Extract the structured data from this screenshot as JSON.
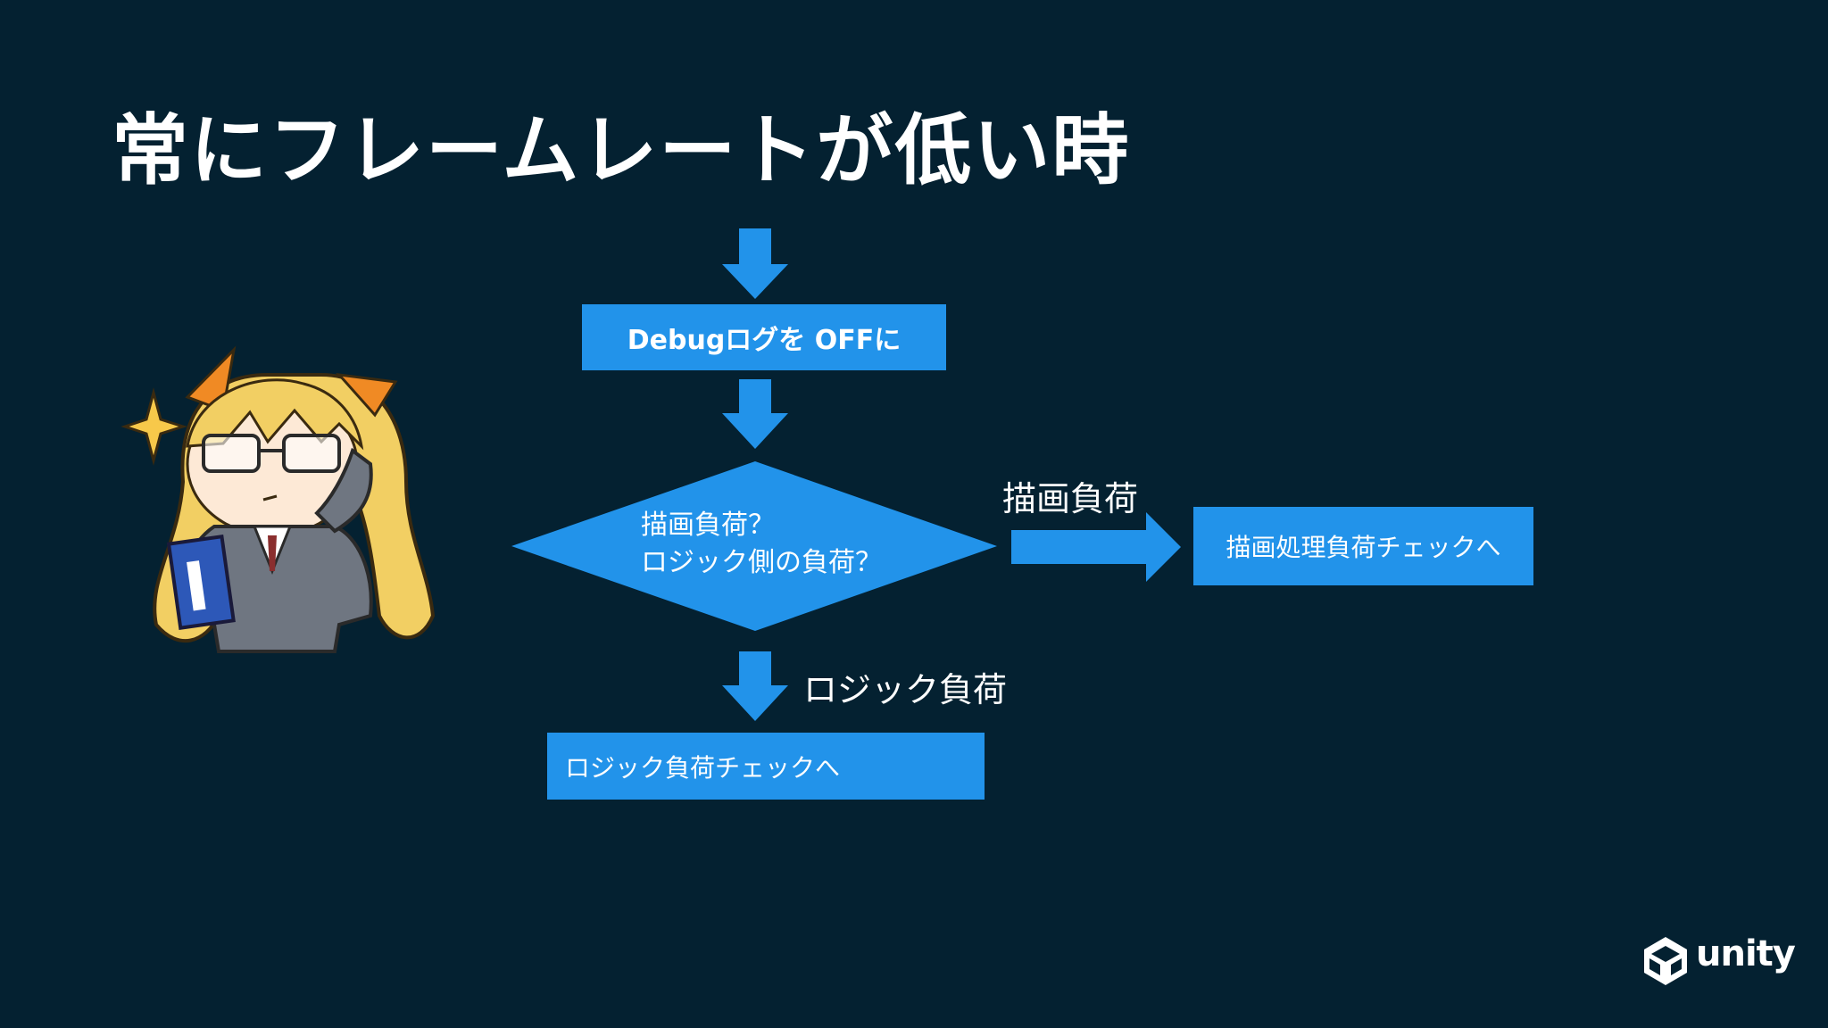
{
  "title": "常にフレームレートが低い時",
  "flow": {
    "step1": "Debugログを OFFに",
    "decision_line1": "描画負荷？",
    "decision_line2": "ロジック側の負荷？",
    "branch_render_label": "描画負荷",
    "branch_render_box": "描画処理負荷チェックへ",
    "branch_logic_label": "ロジック負荷",
    "branch_logic_box": "ロジック負荷チェックへ"
  },
  "logo": {
    "text": "unity"
  },
  "colors": {
    "background": "#042131",
    "flow_blue": "#2293ea",
    "text": "#ffffff"
  }
}
